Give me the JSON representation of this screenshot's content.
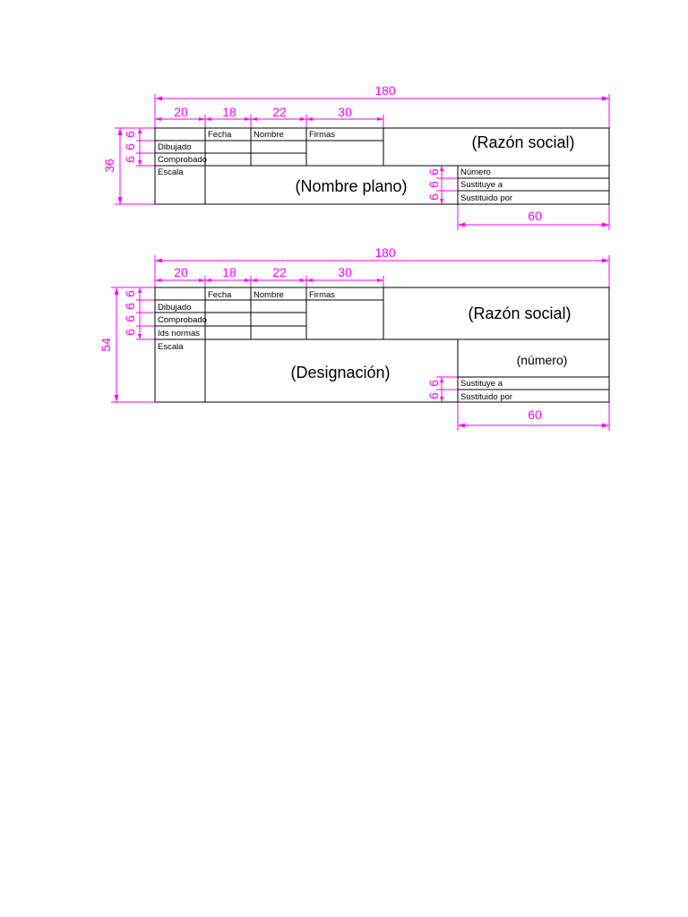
{
  "block1": {
    "dims": {
      "total": "180",
      "c1": "20",
      "c2": "18",
      "c3": "22",
      "c4": "30",
      "height": "36",
      "rows": [
        "6",
        "6",
        "6"
      ],
      "right_rows": [
        "6",
        "6",
        "6"
      ],
      "right_width": "60"
    },
    "headers": {
      "fecha": "Fecha",
      "nombre": "Nombre",
      "firmas": "Firmas"
    },
    "rows": {
      "dibujado": "Dibujado",
      "comprobado": "Comprobado",
      "escala": "Escala"
    },
    "company": "(Razón social)",
    "drawing_name": "(Nombre plano)",
    "right_fields": {
      "numero": "Número",
      "sustituye": "Sustituye a",
      "sustituido": "Sustituido por"
    }
  },
  "block2": {
    "dims": {
      "total": "180",
      "c1": "20",
      "c2": "18",
      "c3": "22",
      "c4": "30",
      "height": "54",
      "rows": [
        "6",
        "6",
        "6",
        "6"
      ],
      "right_rows": [
        "6",
        "6"
      ],
      "right_width": "60"
    },
    "headers": {
      "fecha": "Fecha",
      "nombre": "Nombre",
      "firmas": "Firmas"
    },
    "rows": {
      "dibujado": "Dibujado",
      "comprobado": "Comprobado",
      "ids_normas": "Ids normas",
      "escala": "Escala"
    },
    "company": "(Razón social)",
    "designation": "(Designación)",
    "numero": "(número)",
    "right_fields": {
      "sustituye": "Sustituye a",
      "sustituido": "Sustituido por"
    }
  }
}
